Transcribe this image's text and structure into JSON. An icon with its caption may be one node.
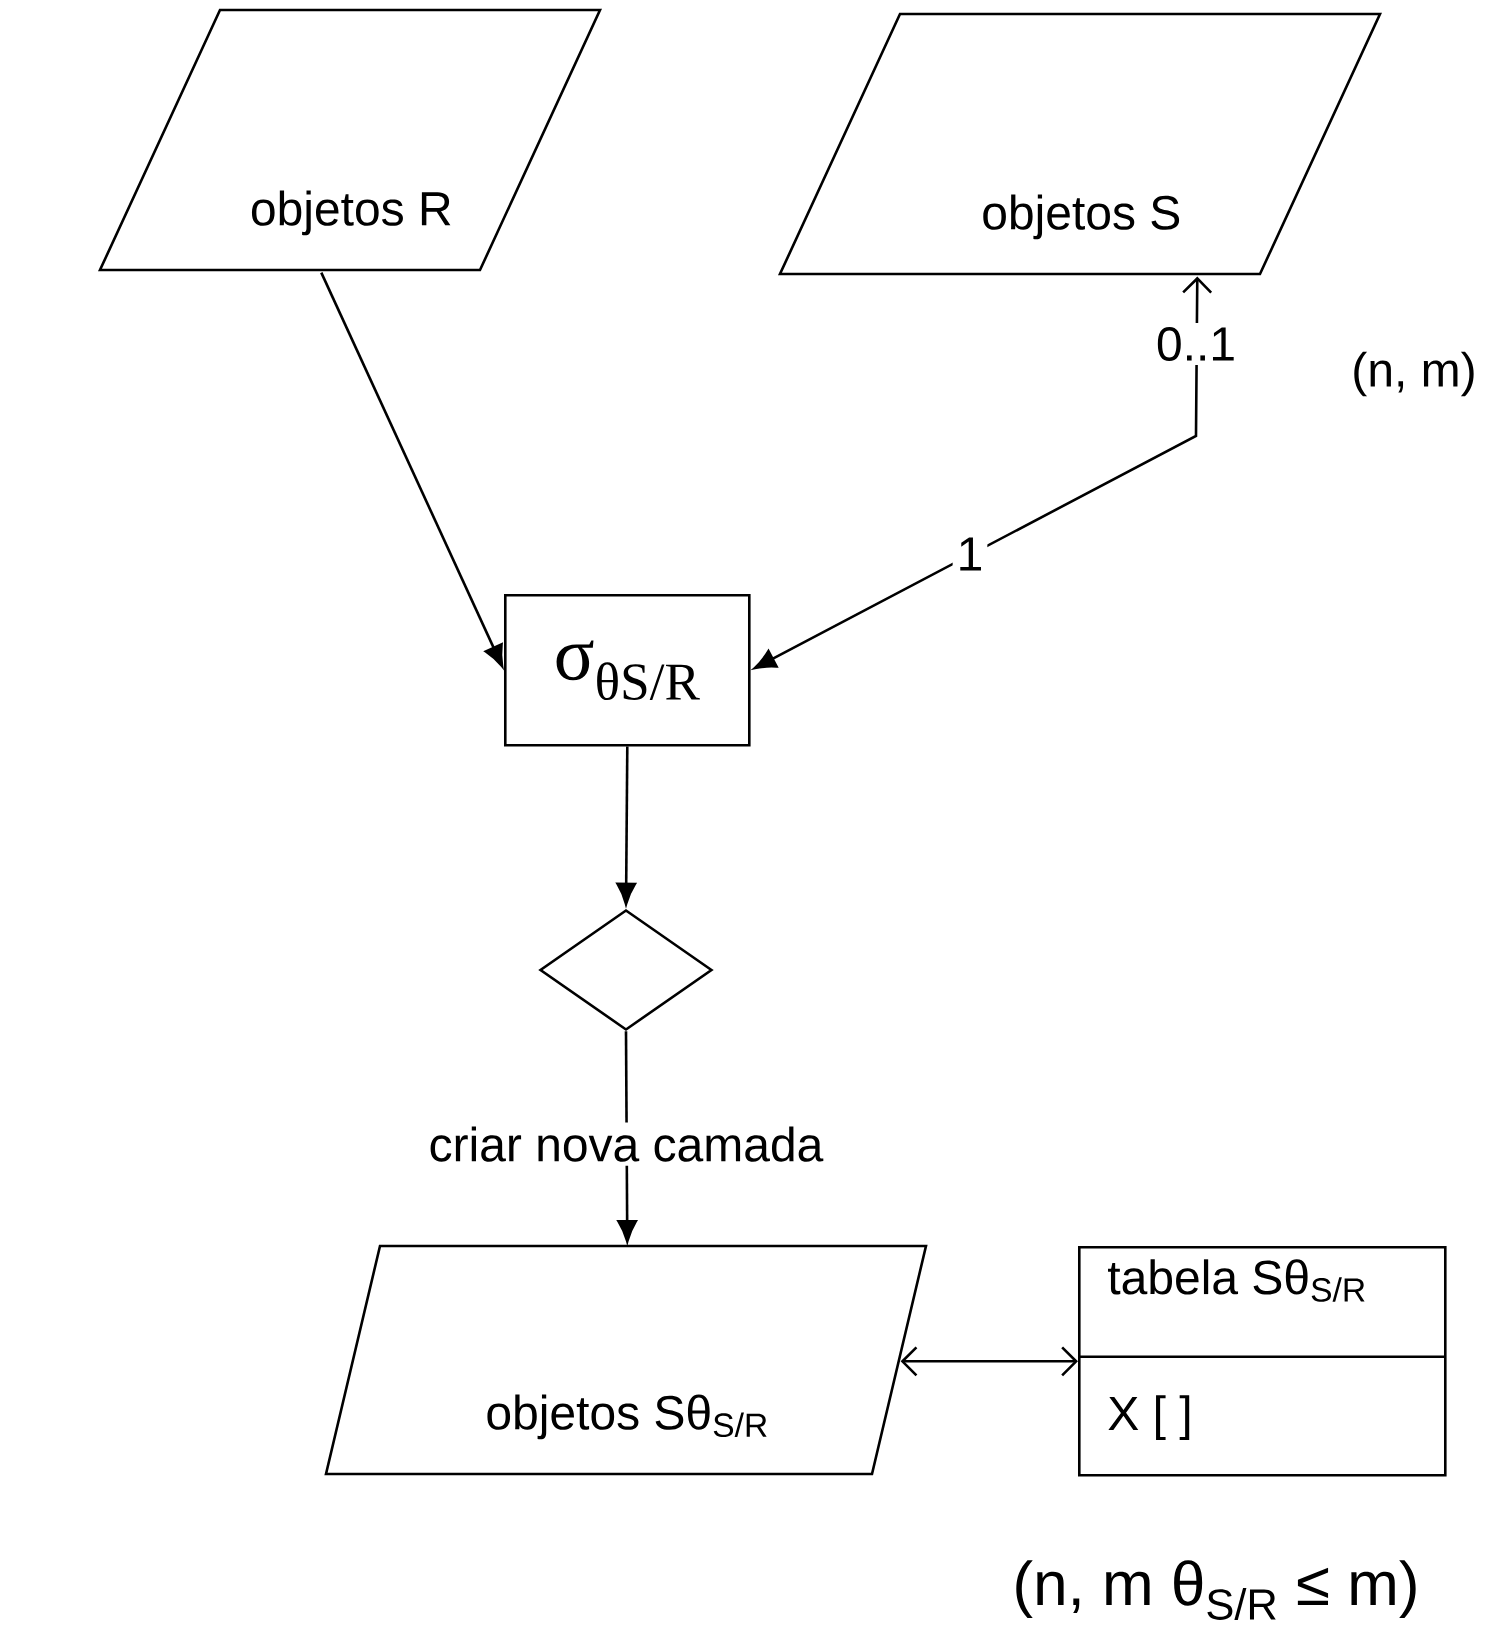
{
  "diagram": {
    "nodes": [
      {
        "text": [
          "objetos R"
        ]
      },
      {
        "text": [
          "objetos S"
        ]
      },
      {
        "text": [
          "σ$_{θS/R}$"
        ]
      },
      {
        "text": [],
        "shape": "diamond"
      },
      {
        "text": [
          "objetos Sθ$_{S/R}$"
        ]
      },
      {
        "text": [
          "tabela Sθ$_{S/R}$",
          "X [ ]"
        ]
      }
    ],
    "edges": [
      {
        "from": 0,
        "to": 2,
        "arrow": "to"
      },
      {
        "from": 1,
        "to": 2,
        "arrow": "both",
        "label": "1"
      },
      {
        "from": 2,
        "to": 3,
        "arrow": "to"
      },
      {
        "from": 3,
        "to": 4,
        "arrow": "to",
        "label": "criar nova camada"
      },
      {
        "from": 4,
        "to": 5,
        "arrow": "both"
      }
    ],
    "labels": [
      "0..1",
      "(n, m)",
      "(n, m θ$_{S/R}$ ≤ m)"
    ]
  }
}
